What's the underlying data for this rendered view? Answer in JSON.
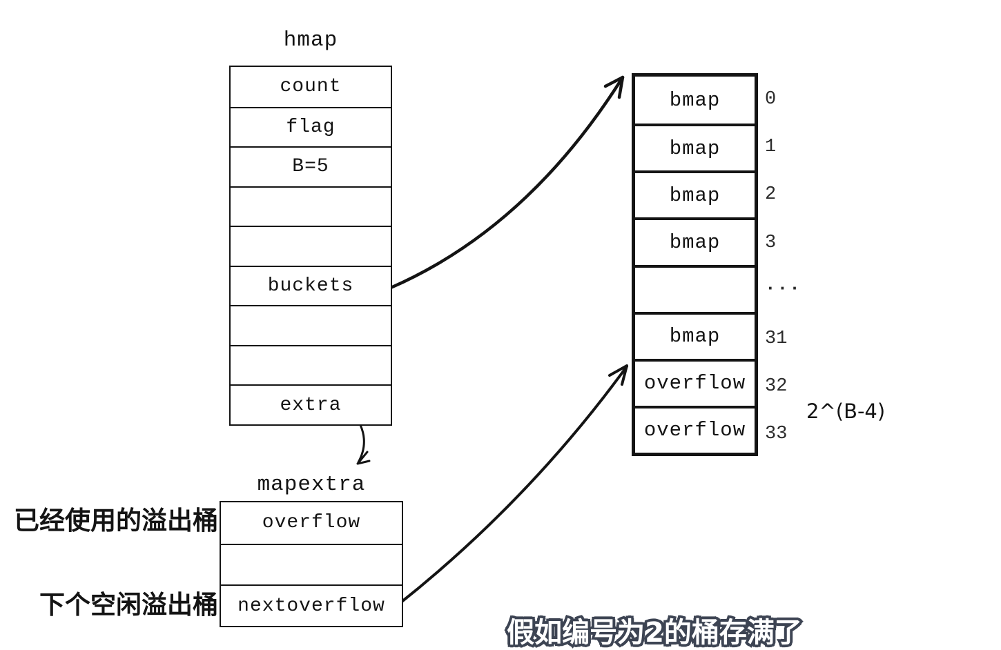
{
  "hmap": {
    "title": "hmap",
    "rows": [
      "count",
      "flag",
      "B=5",
      "",
      "",
      "buckets",
      "",
      "",
      "extra"
    ]
  },
  "bucket_array": {
    "rows": [
      {
        "label": "bmap",
        "index": "0"
      },
      {
        "label": "bmap",
        "index": "1"
      },
      {
        "label": "bmap",
        "index": "2"
      },
      {
        "label": "bmap",
        "index": "3"
      },
      {
        "label": "",
        "index": "···"
      },
      {
        "label": "bmap",
        "index": "31"
      },
      {
        "label": "overflow",
        "index": "32"
      },
      {
        "label": "overflow",
        "index": "33"
      }
    ],
    "size_note": "2^(B-4)"
  },
  "mapextra": {
    "title": "mapextra",
    "rows": [
      "overflow",
      "",
      "nextoverflow"
    ],
    "annotations": {
      "overflow": "已经使用的溢出桶",
      "nextoverflow": "下个空闲溢出桶"
    }
  },
  "subtitle": {
    "text": "假如编号为2的桶存满了"
  },
  "colors": {
    "background": "#ffffff",
    "line": "#141414",
    "index_text": "#2b2b2b",
    "subtitle_fill": "#ffffff",
    "subtitle_outline": "#3d4453"
  }
}
